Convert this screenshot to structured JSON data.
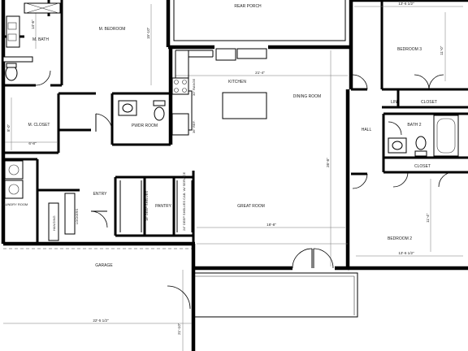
{
  "rooms": {
    "rear_porch": "REAR PORCH",
    "master_bedroom": "M. BEDROOM",
    "master_bath": "M. BATH",
    "master_closet": "M. CLOSET",
    "kitchen": "KITCHEN",
    "dining_room": "DINING ROOM",
    "bedroom_3": "BEDROOM 3",
    "lin": "LIN",
    "closet_top": "CLOSET",
    "hall": "HALL",
    "bath_2": "BATH 2",
    "closet_mid": "CLOSET",
    "powder_room": "PWDR ROOM",
    "laundry_room": "LAUNDRY ROOM",
    "entry": "ENTRY",
    "pantry": "PANTRY",
    "great_room": "GREAT ROOM",
    "bedroom_2": "BEDROOM 2",
    "garage": "GARAGE",
    "hanging": "HANGING",
    "lockers": "LOCKERS",
    "shelves_1": "18\" DEEP SHELVES",
    "shelves_2": "24\" DEEP SHELVES CAB. W/ SERVICE",
    "range": "30\" RANGE",
    "ref": "36\" REF."
  },
  "dims": {
    "bedroom3_width": "13'-6 1/2\"",
    "bedroom3_depth": "11'-0\"",
    "mbath_depth": "14'-6\"",
    "mbedroom_depth": "15'-10\"",
    "kitchen_width": "21'-4\"",
    "closet_depth": "8'-0\"",
    "closet_width": "6'-8\"",
    "house_depth": "26'-8\"",
    "great_room_width": "18'-8\"",
    "bedroom2_width": "13'-6 1/2\"",
    "bedroom2_depth": "11'-4\"",
    "garage_width": "22'-5 1/2\"",
    "garage_depth": "21'-10\""
  }
}
